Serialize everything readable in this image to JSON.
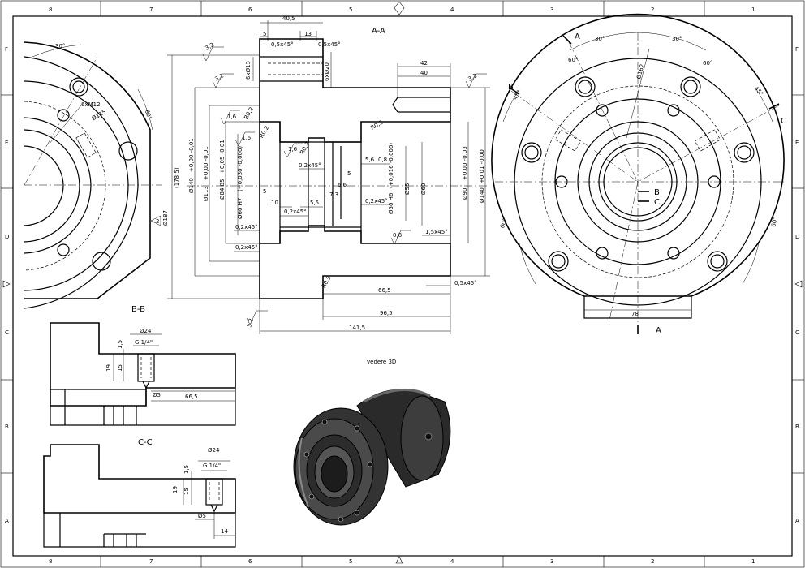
{
  "zones_top": [
    "8",
    "7",
    "6",
    "5",
    "4",
    "3",
    "2",
    "1"
  ],
  "zones_side": [
    "F",
    "E",
    "D",
    "C",
    "B",
    "A"
  ],
  "views": {
    "section_aa": "A-A",
    "section_bb": "B-B",
    "section_cc": "C-C",
    "view_3d": "vedere 3D"
  },
  "section_aa_dims": {
    "d40_5": "40,5",
    "d5a": "5",
    "d13": "13",
    "ch1": "0,5x45°",
    "ch2": "0,5x45°",
    "ho13": "6xØ13",
    "ho20": "6xØ20",
    "d42": "42",
    "d40": "40",
    "r3_2a": "3,2",
    "r3_2b": "3,2",
    "r3_2c": "3,2",
    "r3_2d": "3,2",
    "r1_6a": "1,6",
    "r1_6b": "1,6",
    "r1_6c": "1,6",
    "r0_2a": "R0,2",
    "r0_2b": "R0,2",
    "r0_2c": "R0,2",
    "r0_2d": "R0,2",
    "r0_5": "R0,5",
    "ch3": "0,2x45°",
    "ch4": "0,2x45°",
    "ch5": "0,2x45°",
    "ch6": "0,2x45°",
    "ch7": "0,2x45°",
    "ch8": "1,5x45°",
    "ch9": "0,5x45°",
    "d5_6": "5,6",
    "d0_8": "0,8",
    "d0_8b": "0,8",
    "d5b": "5",
    "d5c": "5",
    "d6_6": "6,6",
    "d7_3": "7,3",
    "d5_5": "5,5",
    "d10": "10",
    "dia140": "Ø140",
    "tol140": "+0,00 -0,01",
    "dia113": "Ø113",
    "tol113": "+0,00 -0,01",
    "dia84": "Ø84,85",
    "tol84": "+0,05 -0,01",
    "dia60h7": "Ø60 H7",
    "tol60": "(+0,030 -0,000)",
    "dia50h6": "Ø50 H6",
    "tol50": "(+0,016 -0,000)",
    "dia55": "Ø55",
    "dia60": "Ø60",
    "dia90": "Ø90",
    "tol90": "+0,00 -0,03",
    "dia140b": "Ø140",
    "tol140b": "+0,01 -0,00",
    "d178_5": "(178,5)",
    "dia187": "Ø187",
    "flag": "2",
    "d66_5": "66,5",
    "d96_5": "96,5",
    "d141_5": "141,5"
  },
  "left_view": {
    "a30": "30°",
    "a60": "60°",
    "m12": "6xM12",
    "d115": "Ø115"
  },
  "right_view": {
    "a30a": "30°",
    "a30b": "30°",
    "a60a": "60°",
    "a60b": "60°",
    "a60c": "60°",
    "a60d": "60°",
    "a45a": "45°",
    "a45b": "45°",
    "d162": "Ø162",
    "d78": "78",
    "cut_a": "A",
    "cut_a2": "A",
    "cut_b": "B",
    "cut_b2": "B",
    "cut_c": "C",
    "cut_c2": "C"
  },
  "section_bb_dims": {
    "d24": "Ø24",
    "thread": "G 1/4\"",
    "d1_5": "1,5",
    "d19": "19",
    "d15": "15",
    "d5": "Ø5",
    "d66_5": "66,5"
  },
  "section_cc_dims": {
    "d24": "Ø24",
    "thread": "G 1/4\"",
    "d1_5": "1,5",
    "d19": "19",
    "d15": "15",
    "d5": "Ø5",
    "d14": "14"
  }
}
